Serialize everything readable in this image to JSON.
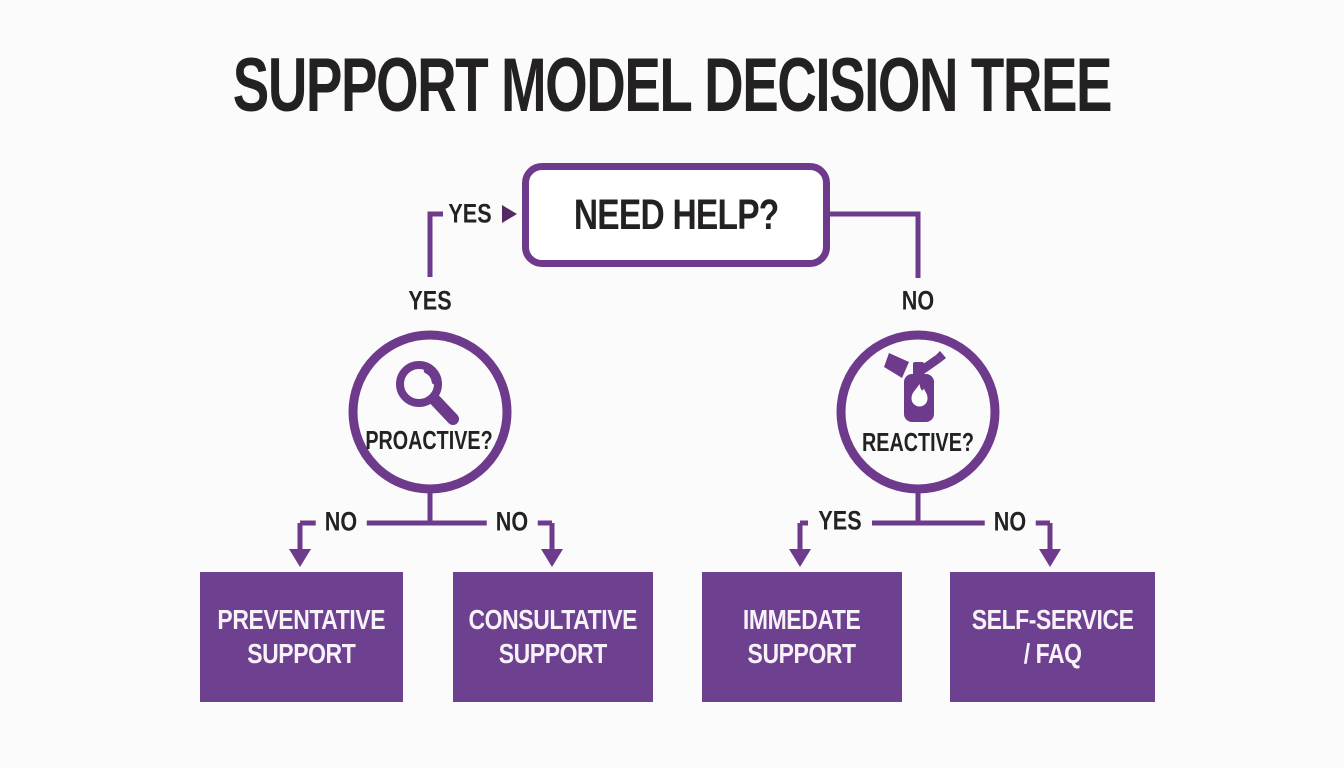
{
  "title": "SUPPORT MODEL DECISION TREE",
  "colors": {
    "bg": "#fcfbfb",
    "white": "#ffffff",
    "purple": "#6e3a8c",
    "purple-box": "#6d4090",
    "entry-arrow": "#552a63",
    "ink": "#242122",
    "box-text": "#f7f1f8"
  },
  "root": {
    "label": "NEED HELP?"
  },
  "labels": {
    "entry_yes": "YES",
    "proactive_column": "YES",
    "reactive_column": "NO",
    "preventative_branch": "NO",
    "consultative_branch": "NO",
    "immediate_branch": "YES",
    "selfservice_branch": "NO"
  },
  "decisions": {
    "left": {
      "label": "PROACTIVE?",
      "icon": "magnifier-icon"
    },
    "right": {
      "label": "REACTIVE?",
      "icon": "fire-extinguisher-icon"
    }
  },
  "outcomes": [
    {
      "label": "PREVENTATIVE\nSUPPORT"
    },
    {
      "label": "CONSULTATIVE\nSUPPORT"
    },
    {
      "label": "IMMEDATE\nSUPPORT"
    },
    {
      "label": "SELF-SERVICE\n/ FAQ"
    }
  ]
}
